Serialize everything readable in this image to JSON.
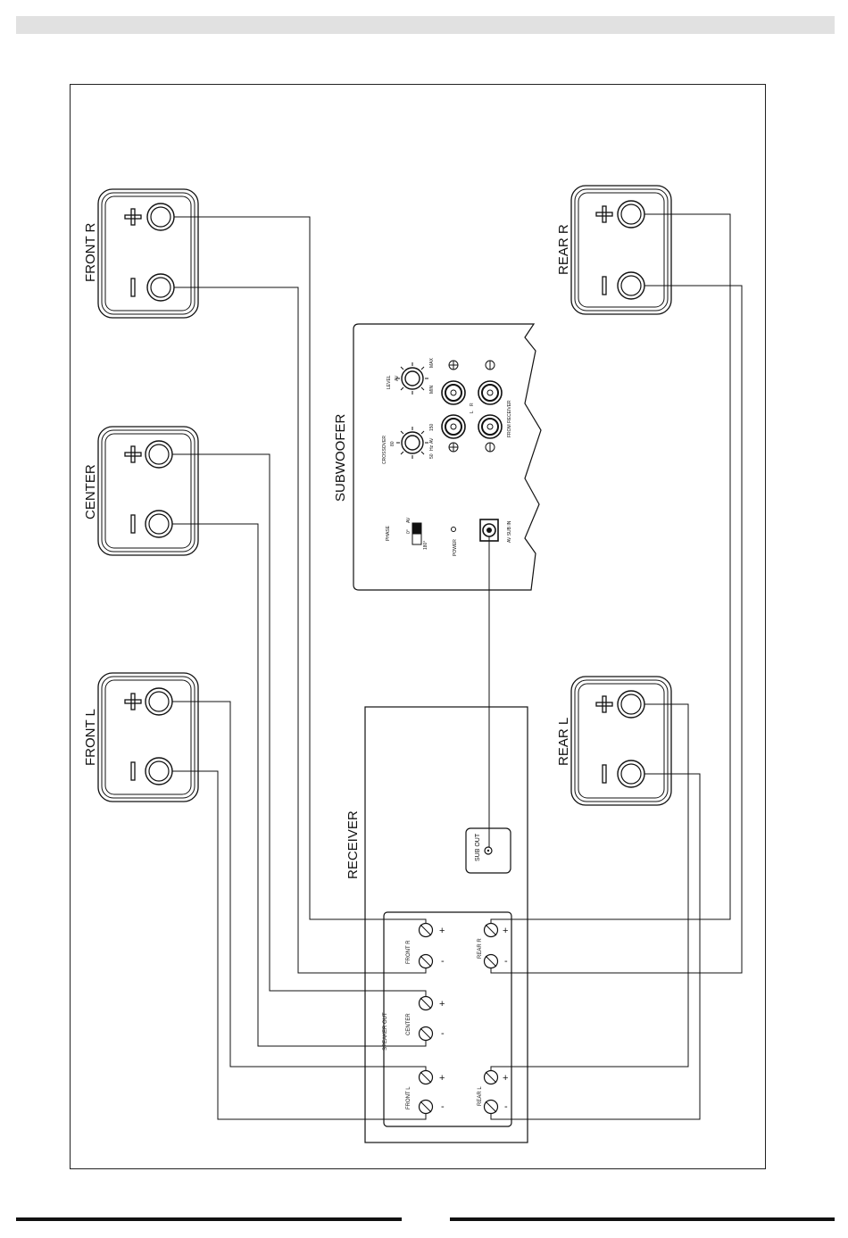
{
  "speakers": {
    "front_r": "FRONT R",
    "center": "CENTER",
    "front_l": "FRONT L",
    "rear_r": "REAR R",
    "rear_l": "REAR L"
  },
  "subwoofer": {
    "title": "SUBWOOFER",
    "level": "LEVEL",
    "av": "AV",
    "max": "MAX",
    "min": "MIN",
    "crossover": "CROSSOVER",
    "c80": "80",
    "c150": "150",
    "c50": "50",
    "hz": "Hz",
    "r": "R",
    "l": "L",
    "from_receiver": "FROM RECEIVER",
    "phase": "PHASE",
    "zero": "0°",
    "one_eighty": "180°",
    "power": "POWER",
    "av_sub_in": "AV  SUB  IN"
  },
  "receiver": {
    "title": "RECEIVER",
    "sub_out": "SUB OUT",
    "speaker_out": "SPEAKER OUT",
    "front_r": "FRONT R",
    "center": "CENTER",
    "front_l": "FRONT L",
    "rear_r": "REAR R",
    "rear_l": "REAR L",
    "plus": "+",
    "minus": "-"
  }
}
